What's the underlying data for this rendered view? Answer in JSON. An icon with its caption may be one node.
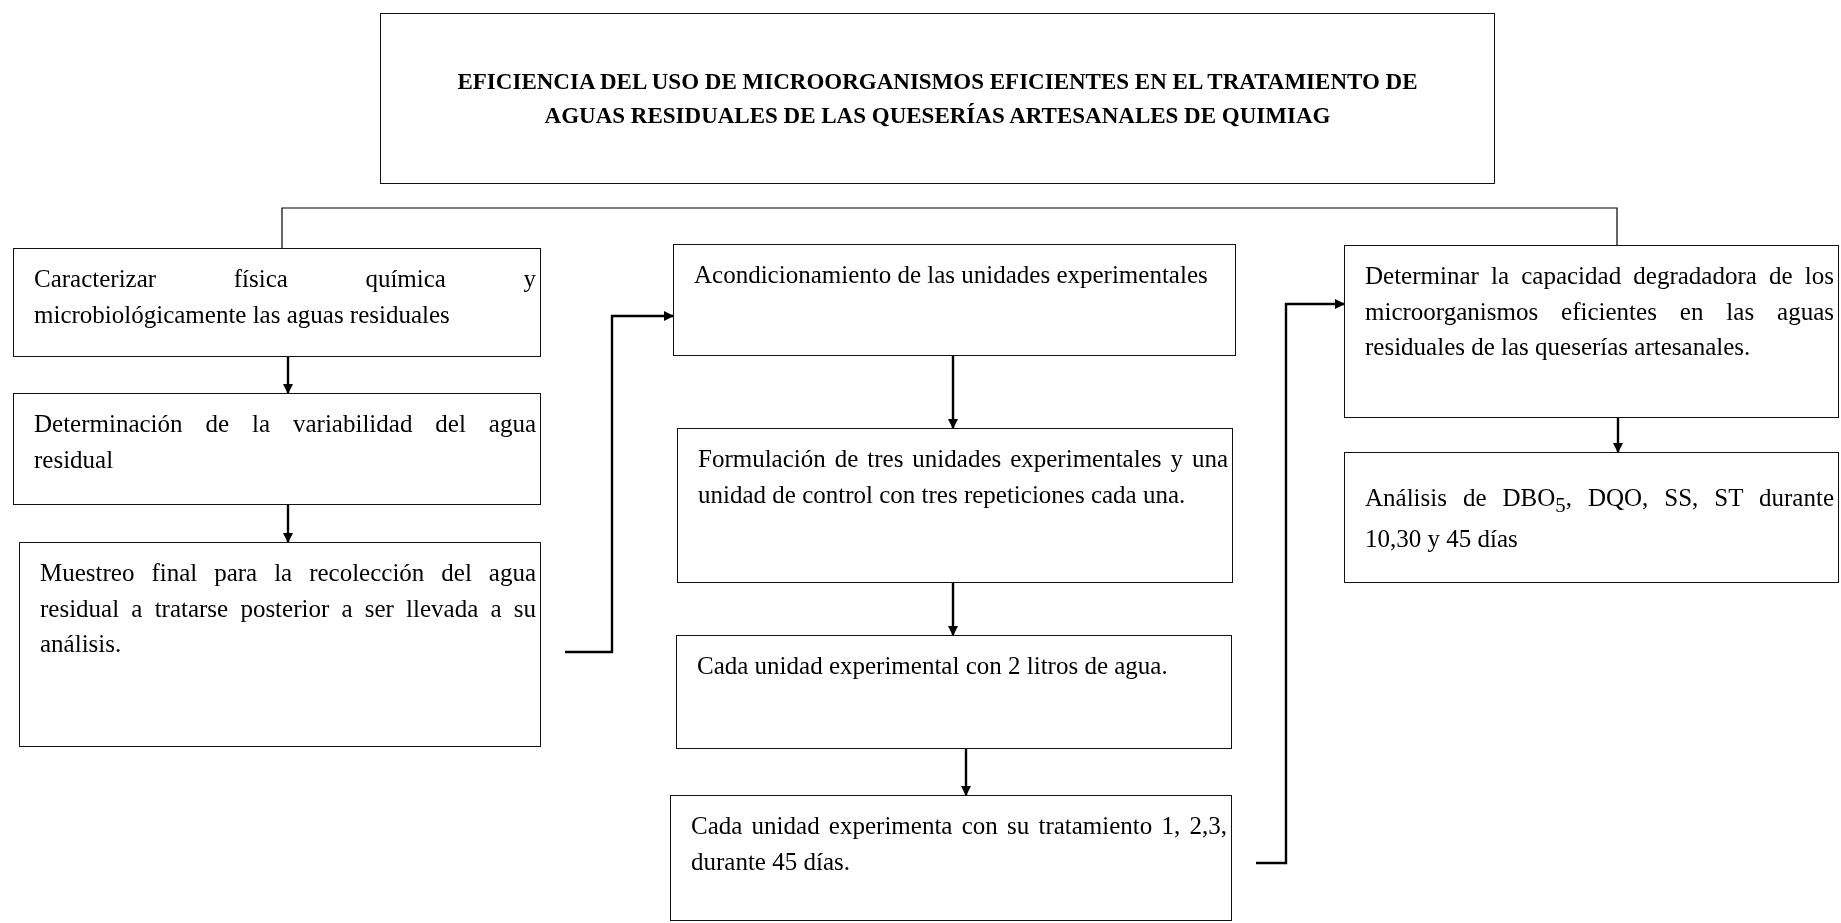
{
  "diagram": {
    "nodes": [
      {
        "text": [
          "EFICIENCIA DEL USO DE MICROORGANISMOS EFICIENTES EN EL TRATAMIENTO DE AGUAS RESIDUALES DE LAS QUESERÍAS ARTESANALES DE QUIMIAG"
        ]
      },
      {
        "text": [
          "Caracterizar física química y microbiológicamente las aguas residuales"
        ]
      },
      {
        "text": [
          "Determinación de la variabilidad del agua residual"
        ]
      },
      {
        "text": [
          "Muestreo final para la recolección del agua residual a tratarse posterior a ser llevada a su análisis."
        ]
      },
      {
        "text": [
          "Acondicionamiento de las unidades experimentales"
        ]
      },
      {
        "text": [
          "Formulación de tres unidades experimentales y una unidad de control con tres repeticiones cada una."
        ]
      },
      {
        "text": [
          "Cada unidad experimental con 2 litros de agua."
        ]
      },
      {
        "text": [
          "Cada unidad experimenta con su tratamiento 1, 2,3, durante 45 días."
        ]
      },
      {
        "text": [
          "Determinar la capacidad degradadora de los microorganismos eficientes en las aguas residuales de las queserías artesanales."
        ]
      },
      {
        "text": [
          "Análisis de DBO$_{5}$, DQO, SS, ST durante 10,30 y 45 días"
        ]
      }
    ],
    "edges": [
      {
        "from": 1,
        "to": 8,
        "arrow": "none"
      },
      {
        "from": 1,
        "to": 2,
        "arrow": "to"
      },
      {
        "from": 2,
        "to": 3,
        "arrow": "to"
      },
      {
        "from": 3,
        "to": 4,
        "arrow": "to"
      },
      {
        "from": 4,
        "to": 5,
        "arrow": "to"
      },
      {
        "from": 5,
        "to": 6,
        "arrow": "to"
      },
      {
        "from": 6,
        "to": 7,
        "arrow": "to"
      },
      {
        "from": 7,
        "to": 8,
        "arrow": "to"
      },
      {
        "from": 8,
        "to": 9,
        "arrow": "to"
      }
    ]
  }
}
